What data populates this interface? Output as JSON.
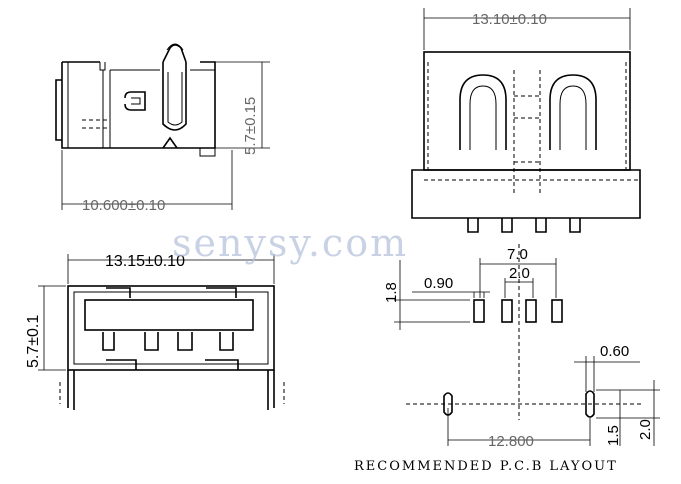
{
  "dimensions": {
    "side_view_width": "10.600±0.10",
    "side_view_height": "5.7±0.15",
    "top_view_width": "13.10±0.10",
    "front_view_width": "13.15±0.10",
    "front_view_height": "5.7±0.1",
    "pcb_pitch_total": "7.0",
    "pcb_pitch": "2.0",
    "pcb_pad_width": "0.90",
    "pcb_pad_height": "1.8",
    "pcb_hole_width": "0.60",
    "pcb_hole_span": "12.800",
    "pcb_hole_offset_1": "1.5",
    "pcb_hole_offset_2": "2.0"
  },
  "watermark": "senysy.com",
  "caption": "RECOMMENDED  P.C.B  LAYOUT"
}
